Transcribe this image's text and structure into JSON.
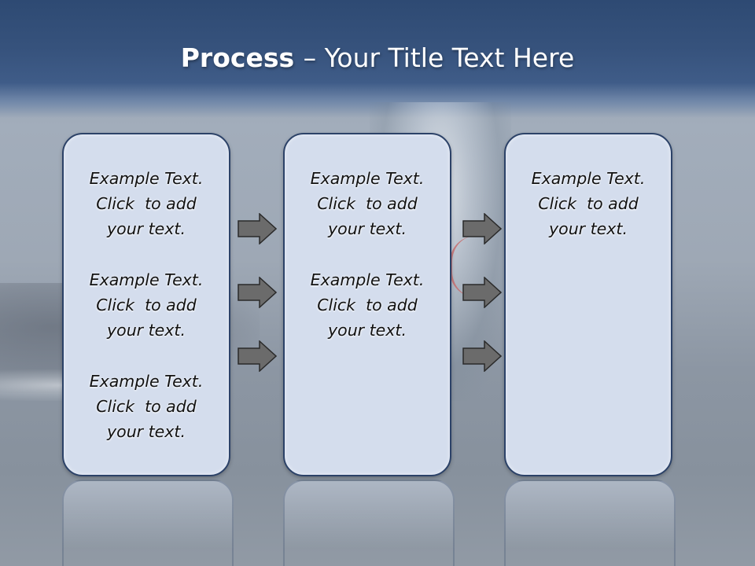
{
  "title": {
    "bold": "Process ",
    "rest": " – Your Title Text Here"
  },
  "columns": [
    {
      "blocks": [
        [
          "Example Text.",
          "Click  to add",
          "your text."
        ],
        [
          "Example Text.",
          "Click  to add",
          "your text."
        ],
        [
          "Example Text.",
          "Click  to add",
          "your text."
        ]
      ]
    },
    {
      "blocks": [
        [
          "Example Text.",
          "Click  to add",
          "your text."
        ],
        [
          "Example Text.",
          "Click  to add",
          "your text."
        ]
      ]
    },
    {
      "blocks": [
        [
          "Example Text.",
          "Click  to add",
          "your text."
        ]
      ]
    }
  ],
  "arrows": {
    "count_per_gap": 3,
    "icon": "right-arrow-icon",
    "fill": "#6b6b6b",
    "stroke": "#2a2a2a"
  },
  "colors": {
    "header": "#36527c",
    "panel_fill": "#d4dded",
    "panel_border": "#2c4268"
  }
}
